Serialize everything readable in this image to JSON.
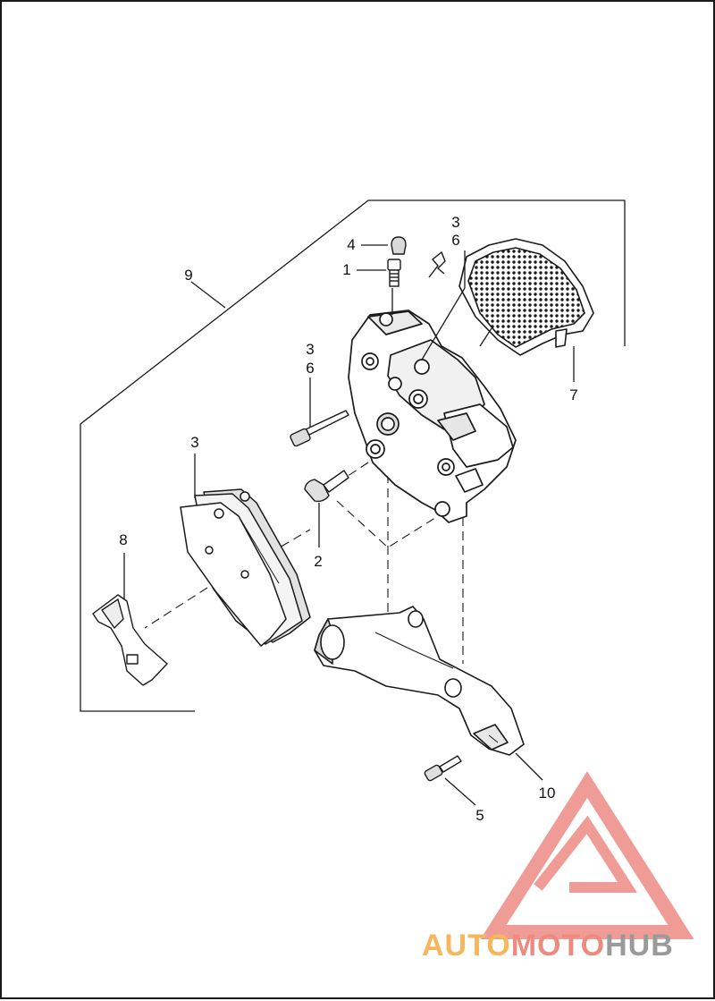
{
  "callouts": {
    "c1": "1",
    "c2": "2",
    "c3_pad": "3",
    "c3_top": "3",
    "c6_top": "6",
    "c3_pin": "3",
    "c6_pin": "6",
    "c4": "4",
    "c5": "5",
    "c7": "7",
    "c8": "8",
    "c9": "9",
    "c10": "10"
  },
  "watermark": {
    "auto": "AUTO",
    "moto": "MOTO",
    "hub": "HUB",
    "colors": {
      "auto": "#f6b65a",
      "moto": "#ee8a80",
      "hub": "#9a9a9a",
      "logo": "#e44a40"
    }
  },
  "colors": {
    "line": "#1a1a1a",
    "part_fill": "#ffffff",
    "shade": "#cfcfcf"
  }
}
